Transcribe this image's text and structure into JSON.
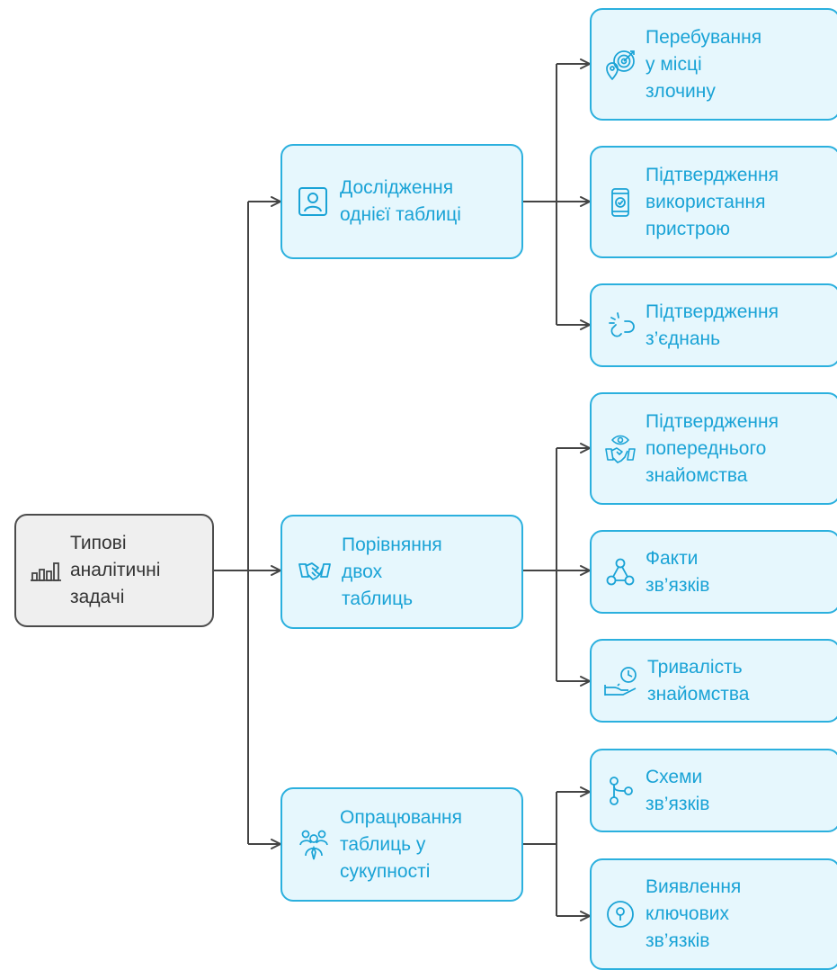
{
  "colors": {
    "root_fill": "#efefef",
    "root_border": "#4b4b4b",
    "node_fill": "#e6f7fd",
    "node_border": "#2bb0de",
    "node_text": "#1aa3d6",
    "connector": "#444444"
  },
  "root": {
    "label": "Типові\nаналітичні\nзадачі",
    "icon": "bar-chart-icon"
  },
  "categories": [
    {
      "label": "Дослідження\nоднієї таблиці",
      "icon": "user-profile-icon",
      "children": [
        {
          "label": "Перебування\nу місці\nзлочину",
          "icon": "location-target-icon"
        },
        {
          "label": "Підтвердження\nвикористання\nпристрою",
          "icon": "smartphone-check-icon"
        },
        {
          "label": "Підтвердження\nз’єднань",
          "icon": "broken-link-icon"
        }
      ]
    },
    {
      "label": "Порівняння\nдвох\nтаблиць",
      "icon": "handshake-icon",
      "children": [
        {
          "label": "Підтвердження\nпопереднього\nзнайомства",
          "icon": "handshake-eye-icon"
        },
        {
          "label": "Факти\nзв’язків",
          "icon": "network-nodes-icon"
        },
        {
          "label": "Тривалість\nзнайомства",
          "icon": "hand-clock-icon"
        }
      ]
    },
    {
      "label": "Опрацювання\nтаблиць у\nсукупності",
      "icon": "group-people-icon",
      "children": [
        {
          "label": "Схеми\nзв’язків",
          "icon": "branch-icon"
        },
        {
          "label": "Виявлення\nключових\nзв’язків",
          "icon": "key-location-icon"
        }
      ]
    }
  ]
}
